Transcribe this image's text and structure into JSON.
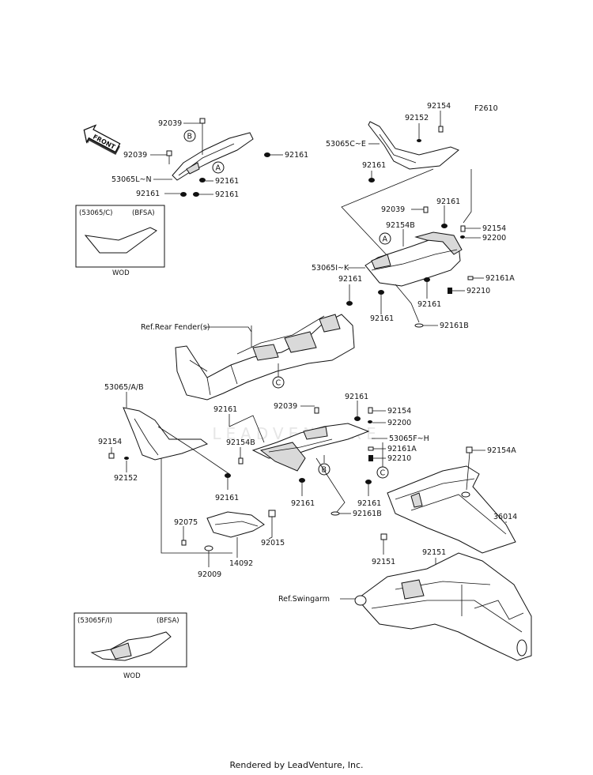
{
  "figure_code": "F2610",
  "front_label": "FRONT",
  "footer": "Rendered by LeadVenture, Inc.",
  "watermark": "LEADVENTURE",
  "callouts": {
    "a": "A",
    "b": "B",
    "c": "C"
  },
  "refs": {
    "rear_fender": "Ref.Rear Fender(s)",
    "swingarm": "Ref.Swingarm"
  },
  "insets": [
    {
      "code": "(53065/C)",
      "variant": "(BFSA)",
      "caption": "WOD"
    },
    {
      "code": "(53065F/I)",
      "variant": "(BFSA)",
      "caption": "WOD"
    }
  ],
  "parts": {
    "p92039": "92039",
    "p92161": "92161",
    "p92154": "92154",
    "p92152": "92152",
    "p92154B": "92154B",
    "p92200": "92200",
    "p92161A": "92161A",
    "p92210": "92210",
    "p92161B": "92161B",
    "p92154A": "92154A",
    "p92151": "92151",
    "p92075": "92075",
    "p92015": "92015",
    "p92009": "92009",
    "p14092": "14092",
    "p36014": "36014",
    "p53065CE": "53065C~E",
    "p53065LN": "53065L~N",
    "p53065IK": "53065I~K",
    "p53065AB": "53065/A/B",
    "p53065FH": "53065F~H"
  }
}
